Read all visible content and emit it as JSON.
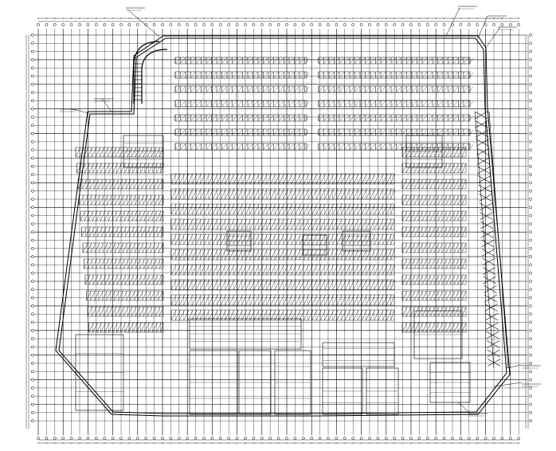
{
  "drawing": {
    "type": "architectural floor plan (parking level)",
    "line_color": "#000000",
    "background": "#ffffff",
    "accent": "#000000"
  },
  "annotations": [
    {
      "id": "a1",
      "text": ""
    },
    {
      "id": "a2",
      "text": ""
    },
    {
      "id": "a3",
      "text": ""
    },
    {
      "id": "a4",
      "text": ""
    },
    {
      "id": "a5",
      "text": ""
    },
    {
      "id": "a6",
      "text": ""
    },
    {
      "id": "a7",
      "text": ""
    },
    {
      "id": "a8",
      "text": ""
    },
    {
      "id": "a9",
      "text": ""
    }
  ]
}
